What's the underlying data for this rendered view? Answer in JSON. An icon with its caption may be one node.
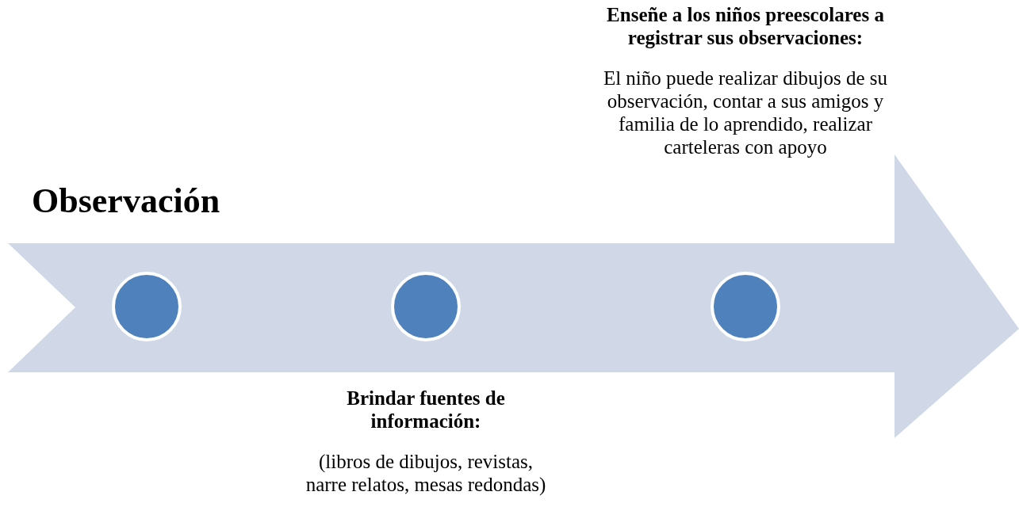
{
  "diagram": {
    "nodes": [
      {
        "text": [],
        "shape": "arrow"
      },
      {
        "text": [],
        "shape": "circle",
        "in": 0,
        "beside": [
          "Observación"
        ]
      },
      {
        "text": [],
        "shape": "circle",
        "in": 0,
        "beside": [
          "Brindar fuentes de información:",
          "(libros de dibujos, revistas, narre relatos, mesas redondas)"
        ]
      },
      {
        "text": [],
        "shape": "circle",
        "in": 0,
        "beside": [
          "Enseñe a los niños preescolares a registrar sus observaciones:",
          "El niño puede realizar dibujos de su observación, contar a sus amigos y familia de lo aprendido, realizar carteleras con apoyo"
        ]
      }
    ]
  }
}
